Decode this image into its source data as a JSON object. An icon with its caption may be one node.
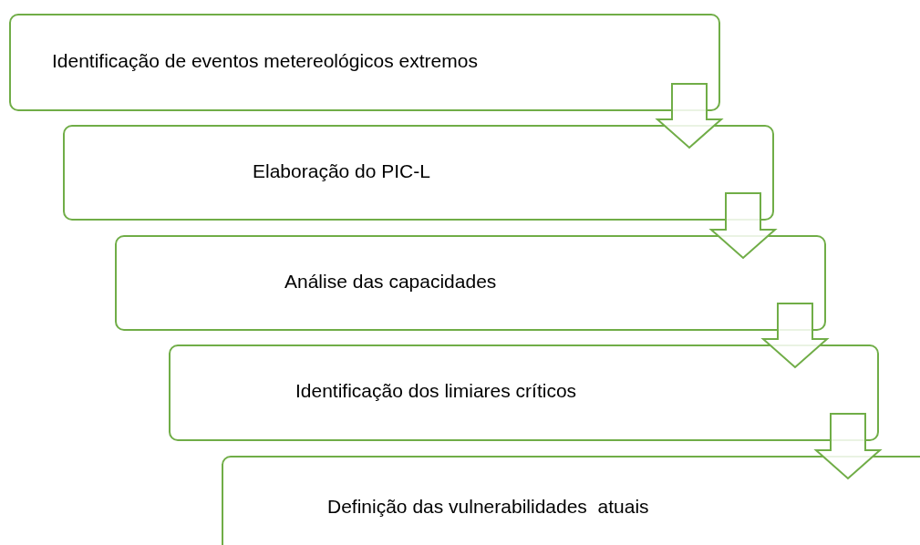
{
  "diagram": {
    "nodes": [
      {
        "text": [
          "Identificação de eventos metereológicos extremos"
        ]
      },
      {
        "text": [
          "Elaboração do PIC-L"
        ]
      },
      {
        "text": [
          "Análise das capacidades"
        ]
      },
      {
        "text": [
          "Identificação dos limiares críticos"
        ]
      },
      {
        "text": [
          "Definição das vulnerabilidades  atuais"
        ]
      }
    ],
    "edges": [
      {
        "from": 0,
        "to": 1,
        "arrow": "to"
      },
      {
        "from": 1,
        "to": 2,
        "arrow": "to"
      },
      {
        "from": 2,
        "to": 3,
        "arrow": "to"
      },
      {
        "from": 3,
        "to": 4,
        "arrow": "to"
      }
    ]
  }
}
